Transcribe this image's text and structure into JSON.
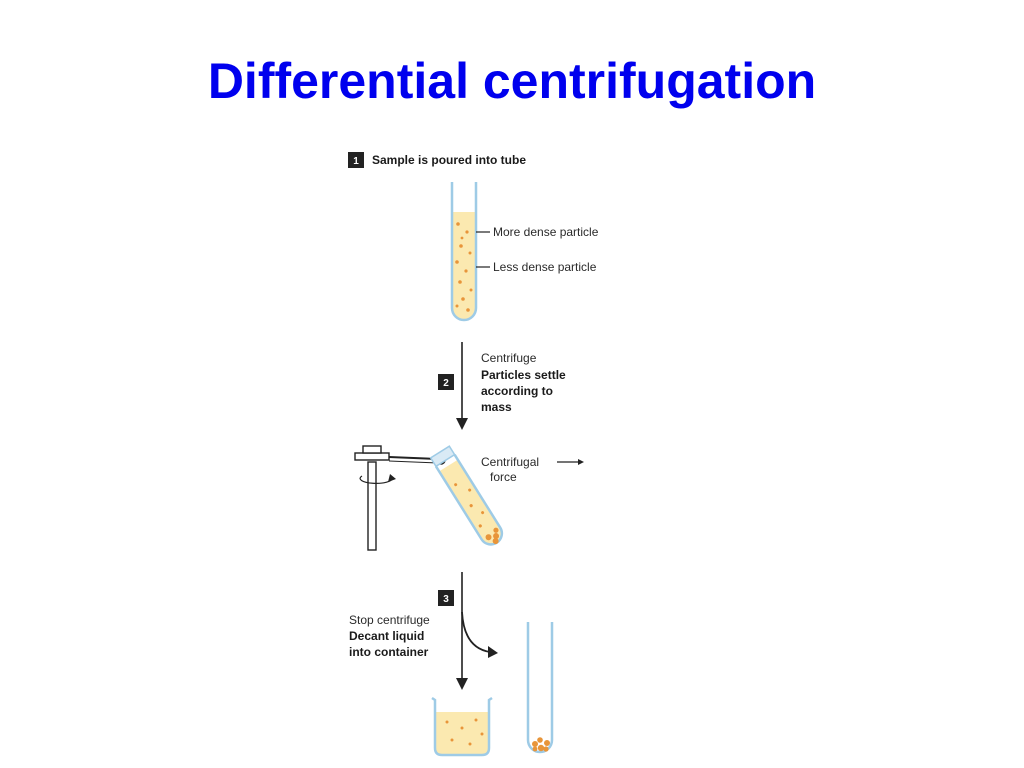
{
  "slide": {
    "title": "Differential centrifugation"
  },
  "diagram": {
    "step1": {
      "number": "1",
      "caption": "Sample is poured into tube"
    },
    "labels": {
      "more_dense": "More dense particle",
      "less_dense": "Less dense particle"
    },
    "step2": {
      "number": "2",
      "line1": "Centrifuge",
      "line2": "Particles settle",
      "line3": "according to",
      "line4": "mass"
    },
    "force": {
      "line1": "Centrifugal",
      "line2": "force"
    },
    "step3": {
      "number": "3",
      "line1": "Stop centrifuge",
      "line2": "Decant liquid",
      "line3": "into container"
    },
    "colors": {
      "liquid": "#fbe9b0",
      "particle": "#e8953a",
      "glass": "#9ecbe6",
      "dark": "#222222"
    }
  }
}
